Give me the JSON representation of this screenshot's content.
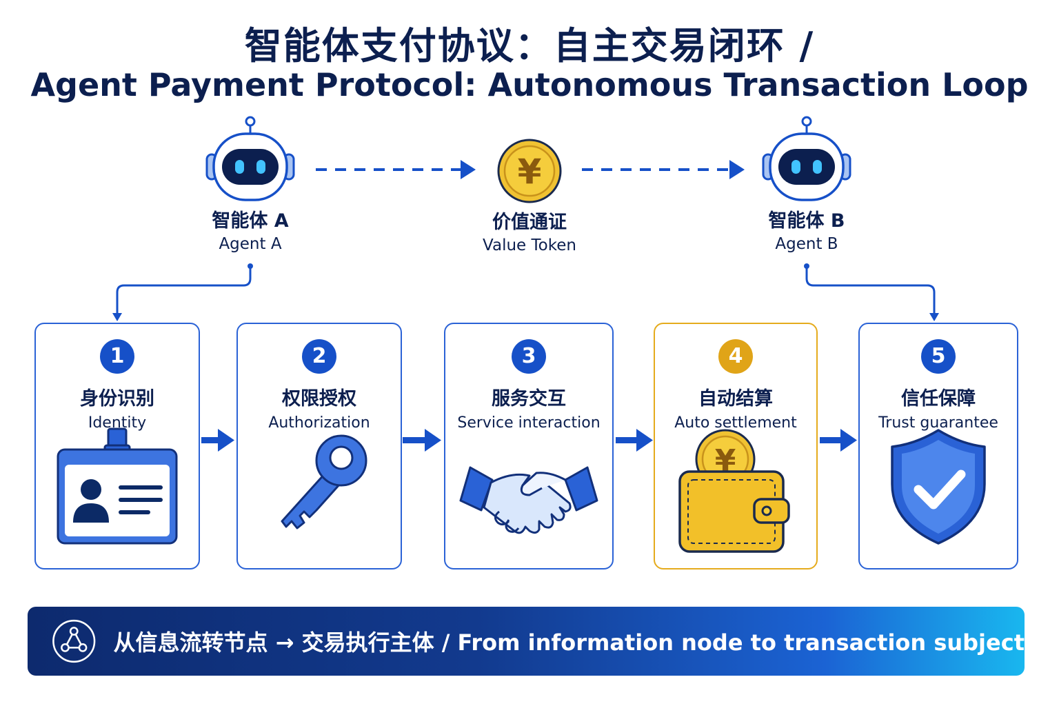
{
  "title": {
    "zh": "智能体支付协议：自主交易闭环 /",
    "en": "Agent Payment Protocol: Autonomous Transaction Loop"
  },
  "actors": [
    {
      "zh": "智能体 A",
      "en": "Agent A",
      "icon": "robot-icon"
    },
    {
      "zh": "价值通证",
      "en": "Value Token",
      "icon": "yuan-coin-icon"
    },
    {
      "zh": "智能体 B",
      "en": "Agent B",
      "icon": "robot-icon"
    }
  ],
  "steps": [
    {
      "num": "1",
      "zh": "身份识别",
      "en": "Identity",
      "icon": "id-card-icon"
    },
    {
      "num": "2",
      "zh": "权限授权",
      "en": "Authorization",
      "icon": "key-icon"
    },
    {
      "num": "3",
      "zh": "服务交互",
      "en": "Service interaction",
      "icon": "handshake-icon"
    },
    {
      "num": "4",
      "zh": "自动结算",
      "en": "Auto settlement",
      "icon": "wallet-coin-icon"
    },
    {
      "num": "5",
      "zh": "信任保障",
      "en": "Trust guarantee",
      "icon": "shield-check-icon"
    }
  ],
  "coin_symbol": "¥",
  "banner": {
    "text": "从信息流转节点 → 交易执行主体 / From information node to transaction subject",
    "icon": "network-icon"
  },
  "colors": {
    "primary_blue": "#1650c8",
    "dark_navy": "#0c1f4f",
    "gold": "#e5ab1c",
    "banner_end": "#19b7ef"
  }
}
